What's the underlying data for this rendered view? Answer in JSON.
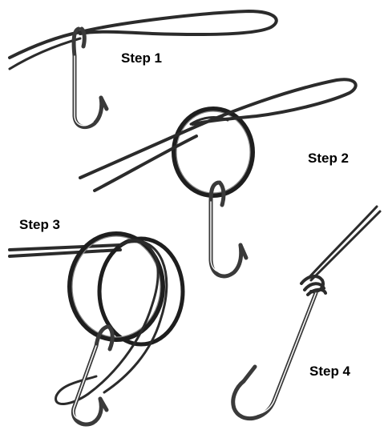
{
  "steps": [
    {
      "label": "Step 1"
    },
    {
      "label": "Step 2"
    },
    {
      "label": "Step 3"
    },
    {
      "label": "Step 4"
    }
  ],
  "colors": {
    "line": "#2b2b2b",
    "hook": "#3a3a3a",
    "ring": "#1e1e1e",
    "background": "#ffffff"
  },
  "icons": [
    "fishing-hook-icon",
    "split-ring-icon",
    "fishing-line-icon",
    "knot-icon"
  ]
}
